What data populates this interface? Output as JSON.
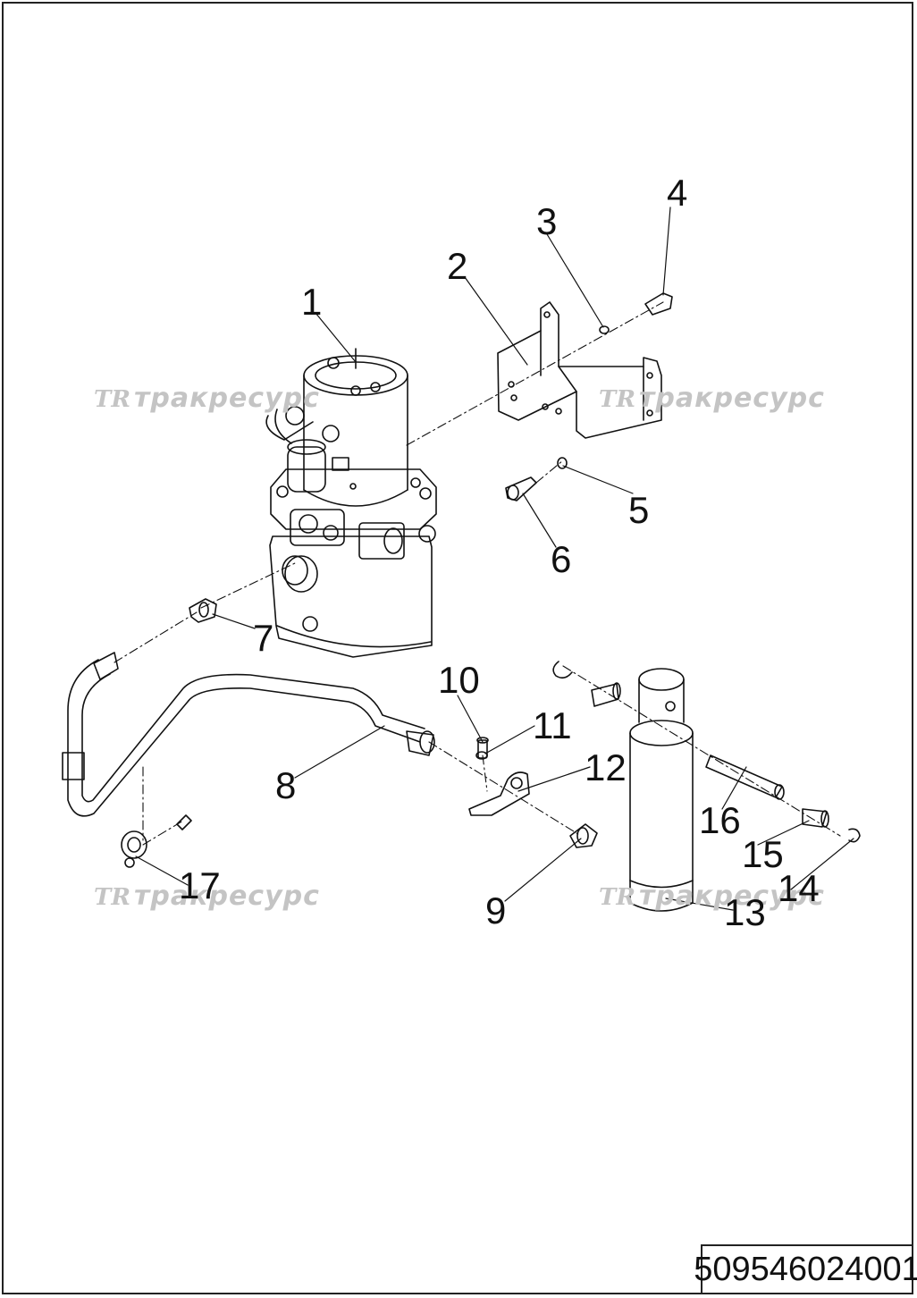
{
  "document_number": "509546024001",
  "watermark": {
    "logo": "ТR",
    "text": "тракресурс"
  },
  "callouts": [
    "1",
    "2",
    "3",
    "4",
    "5",
    "6",
    "7",
    "8",
    "9",
    "10",
    "11",
    "12",
    "13",
    "14",
    "15",
    "16",
    "17"
  ]
}
